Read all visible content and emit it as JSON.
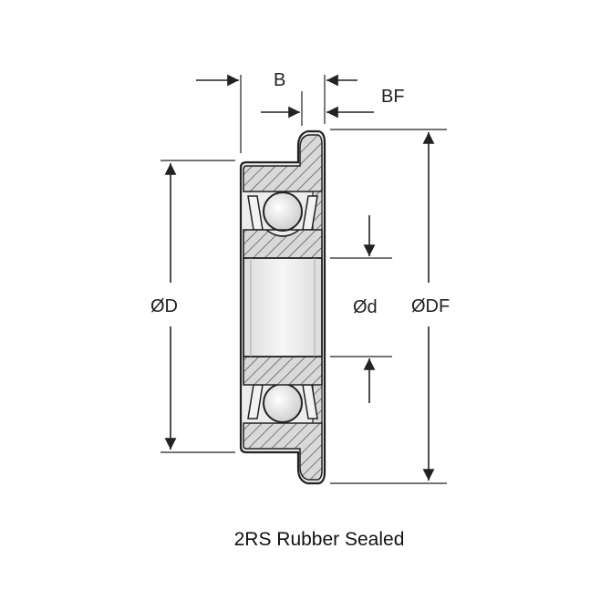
{
  "diagram": {
    "labels": {
      "width": "B",
      "flange_width": "BF",
      "outer_diameter": "ØD",
      "bore_diameter": "Ød",
      "flange_diameter": "ØDF"
    },
    "caption": "2RS Rubber Sealed"
  }
}
